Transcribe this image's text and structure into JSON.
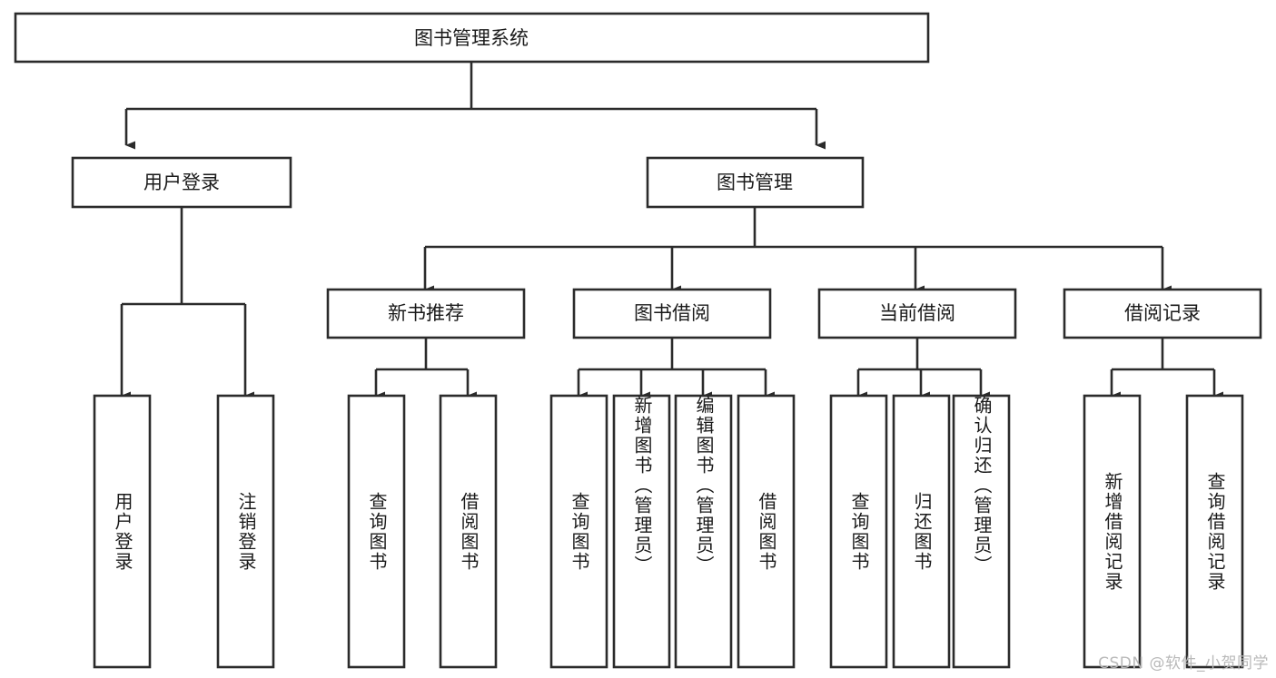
{
  "diagram": {
    "type": "tree",
    "title": "图书管理系统",
    "watermark": "CSDN @软件_小贺同学",
    "colors": {
      "stroke": "#2b2b2b",
      "fill": "#ffffff",
      "text": "#1a1a1a",
      "watermark": "#b9b9b9"
    },
    "levels": {
      "root": {
        "label": "图书管理系统"
      },
      "level2": [
        {
          "id": "user-login",
          "label": "用户登录"
        },
        {
          "id": "book-manage",
          "label": "图书管理"
        }
      ],
      "level3": [
        {
          "id": "new-book-rec",
          "label": "新书推荐"
        },
        {
          "id": "book-borrow",
          "label": "图书借阅"
        },
        {
          "id": "current-borrow",
          "label": "当前借阅"
        },
        {
          "id": "borrow-record",
          "label": "借阅记录"
        }
      ],
      "leaves": {
        "user-login": [
          {
            "id": "leaf-user-login",
            "label": "用户登录"
          },
          {
            "id": "leaf-logout-login",
            "label": "注销登录"
          }
        ],
        "new-book-rec": [
          {
            "id": "leaf-query-book-1",
            "label": "查询图书"
          },
          {
            "id": "leaf-borrow-book-1",
            "label": "借阅图书"
          }
        ],
        "book-borrow": [
          {
            "id": "leaf-query-book-2",
            "label": "查询图书"
          },
          {
            "id": "leaf-add-book",
            "label": "新增图书（管理员）"
          },
          {
            "id": "leaf-edit-book",
            "label": "编辑图书（管理员）"
          },
          {
            "id": "leaf-borrow-book-2",
            "label": "借阅图书"
          }
        ],
        "current-borrow": [
          {
            "id": "leaf-query-book-3",
            "label": "查询图书"
          },
          {
            "id": "leaf-return-book",
            "label": "归还图书"
          },
          {
            "id": "leaf-confirm-return",
            "label": "确认归还（管理员）"
          }
        ],
        "borrow-record": [
          {
            "id": "leaf-add-record",
            "label": "新增借阅记录"
          },
          {
            "id": "leaf-query-record",
            "label": "查询借阅记录"
          }
        ]
      }
    }
  }
}
